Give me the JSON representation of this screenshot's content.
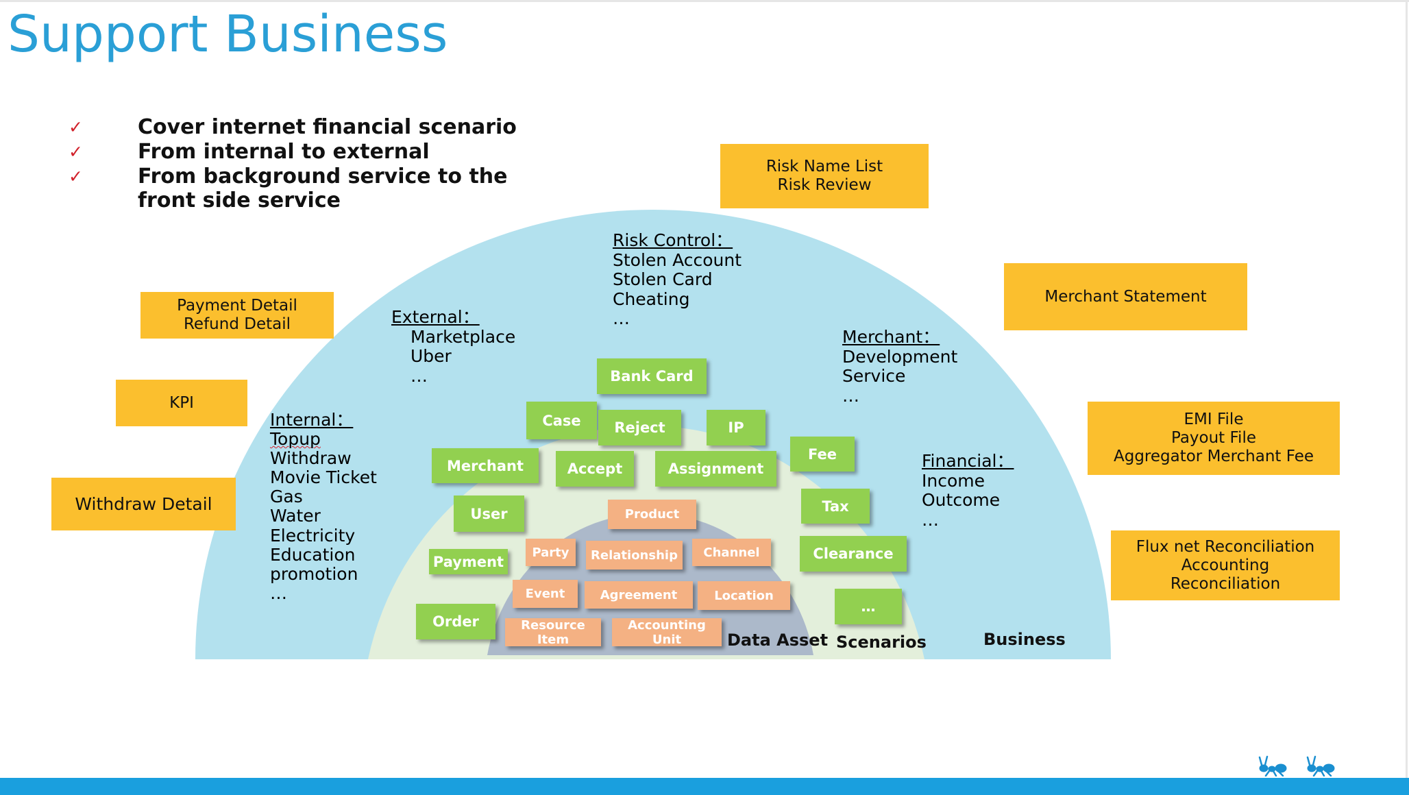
{
  "title": "Support Business",
  "bullets": [
    "Cover internet financial scenario",
    "From internal to external",
    "From background service to the"
  ],
  "bullet_continuation": "front side service",
  "bullet_marker": "✓",
  "colors": {
    "title": "#2a9fd6",
    "business_ring": "#b3e1ee",
    "scenarios_ring": "#e3efdb",
    "data_asset_ring": "#acb9ca",
    "orange_box": "#fbbf2e",
    "green_box": "#92d050",
    "peach_box": "#f4b183",
    "bottom_bar": "#1a9fde",
    "check": "#d1202a"
  },
  "orange_boxes": {
    "risk": [
      "Risk Name List",
      "Risk Review"
    ],
    "merchant_statement": [
      "Merchant Statement"
    ],
    "payment": [
      "Payment Detail",
      "Refund Detail"
    ],
    "kpi": [
      "KPI"
    ],
    "withdraw": [
      "Withdraw Detail"
    ],
    "emi": [
      "EMI File",
      "Payout File",
      "Aggregator Merchant Fee"
    ],
    "flux": [
      "Flux net Reconciliation",
      "Accounting",
      "Reconciliation"
    ]
  },
  "business_labels": {
    "risk_control": {
      "head": "Risk Control：",
      "items": [
        "Stolen Account",
        "Stolen Card",
        "Cheating",
        "…"
      ]
    },
    "external": {
      "head": "External：",
      "items": [
        "Marketplace",
        "Uber",
        "…"
      ]
    },
    "internal": {
      "head": "Internal：",
      "items": [
        "Topup",
        "Withdraw",
        "Movie Ticket",
        "Gas",
        "Water",
        "Electricity",
        "Education",
        "promotion",
        "…"
      ]
    },
    "merchant": {
      "head": "Merchant：",
      "items": [
        "Development",
        "Service",
        "…"
      ]
    },
    "financial": {
      "head": "Financial：",
      "items": [
        "Income",
        "Outcome",
        "…"
      ]
    }
  },
  "scenarios": {
    "bank_card": "Bank Card",
    "case": "Case",
    "reject": "Reject",
    "ip": "IP",
    "fee": "Fee",
    "merchant": "Merchant",
    "accept": "Accept",
    "assignment": "Assignment",
    "user": "User",
    "tax": "Tax",
    "payment": "Payment",
    "clearance": "Clearance",
    "order": "Order",
    "more": "…"
  },
  "data_assets": {
    "product": "Product",
    "party": "Party",
    "relationship": "Relationship",
    "channel": "Channel",
    "event": "Event",
    "agreement": "Agreement",
    "location": "Location",
    "resource_item": [
      "Resource",
      "Item"
    ],
    "accounting_unit": [
      "Accounting",
      "Unit"
    ]
  },
  "ring_labels": {
    "data_asset": "Data Asset",
    "scenarios": "Scenarios",
    "business": "Business"
  },
  "logo_icons": [
    "ant-icon",
    "ant-icon"
  ]
}
